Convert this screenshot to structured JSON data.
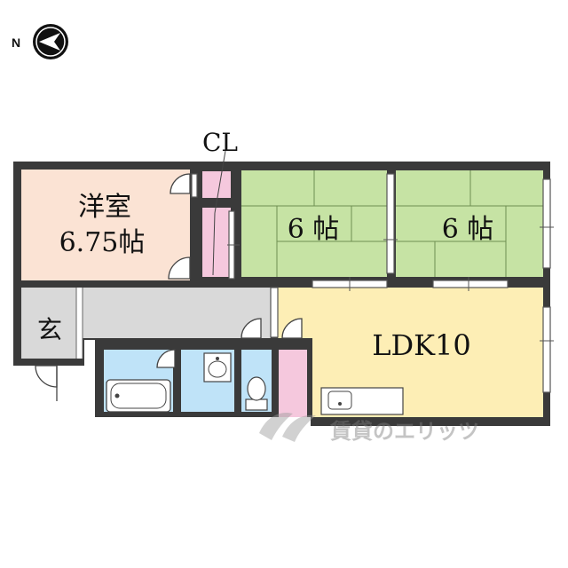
{
  "compass": {
    "north_label": "N",
    "icon": "compass-north-arrow-icon"
  },
  "rooms": {
    "western": {
      "name": "洋室",
      "size": "6.75帖"
    },
    "closet": {
      "label": "CL"
    },
    "tatami_1": {
      "label": "6 帖"
    },
    "tatami_2": {
      "label": "6 帖"
    },
    "entrance": {
      "label": "玄"
    },
    "ldk": {
      "label": "LDK10"
    }
  },
  "watermark": {
    "text": "賃貸のエリッツ"
  },
  "colors": {
    "wall": "#3a3a3a",
    "western_room": "#fbe3d4",
    "tatami": "#c6e3a4",
    "ldk": "#fdeeb5",
    "entrance": "#d9d9d9",
    "hall": "#d9d9d9",
    "closet": "#f5c8dd",
    "bath": "#bfe3f8"
  }
}
